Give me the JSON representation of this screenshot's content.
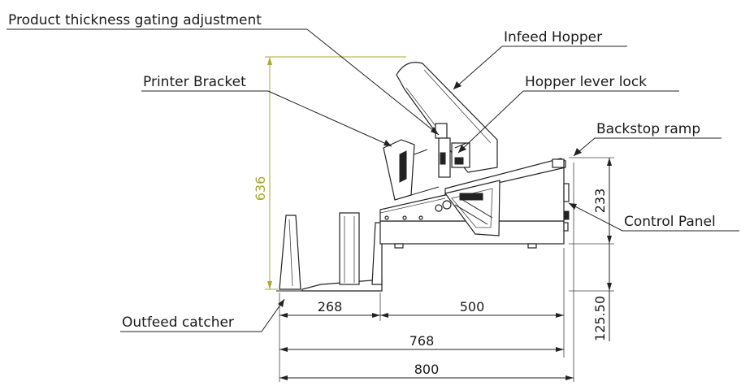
{
  "labels": {
    "product_thickness": "Product thickness gating adjustment",
    "infeed_hopper": "Infeed Hopper",
    "printer_bracket": "Printer Bracket",
    "hopper_lever_lock": "Hopper lever lock",
    "backstop_ramp": "Backstop ramp",
    "control_panel": "Control Panel",
    "outfeed_catcher": "Outfeed catcher"
  },
  "dimensions": {
    "height_total": "636",
    "height_upper": "233",
    "height_lower": "125.50",
    "width_left": "268",
    "width_mid": "500",
    "width_768": "768",
    "width_800": "800"
  },
  "colors": {
    "highlight_dimension": "#a8a832",
    "line": "#222222"
  }
}
